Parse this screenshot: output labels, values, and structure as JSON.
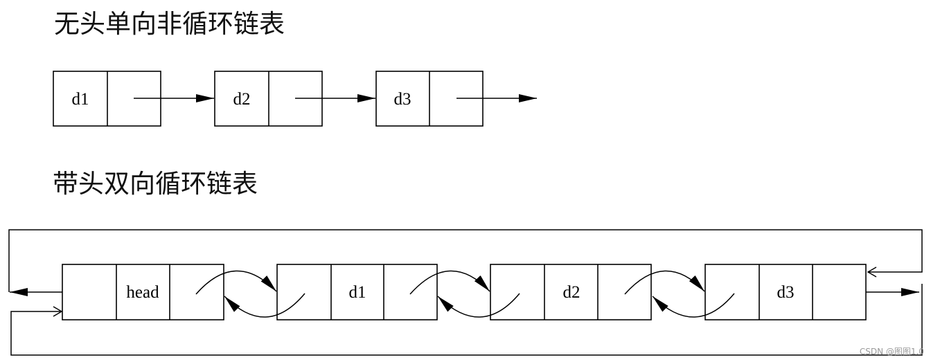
{
  "titles": {
    "singly": "无头单向非循环链表",
    "doubly": "带头双向循环链表"
  },
  "singly_list": {
    "nodes": [
      {
        "data": "d1"
      },
      {
        "data": "d2"
      },
      {
        "data": "d3"
      }
    ]
  },
  "doubly_list": {
    "nodes": [
      {
        "data": "head"
      },
      {
        "data": "d1"
      },
      {
        "data": "d2"
      },
      {
        "data": "d3"
      }
    ]
  },
  "watermark": "CSDN @图图1.0"
}
